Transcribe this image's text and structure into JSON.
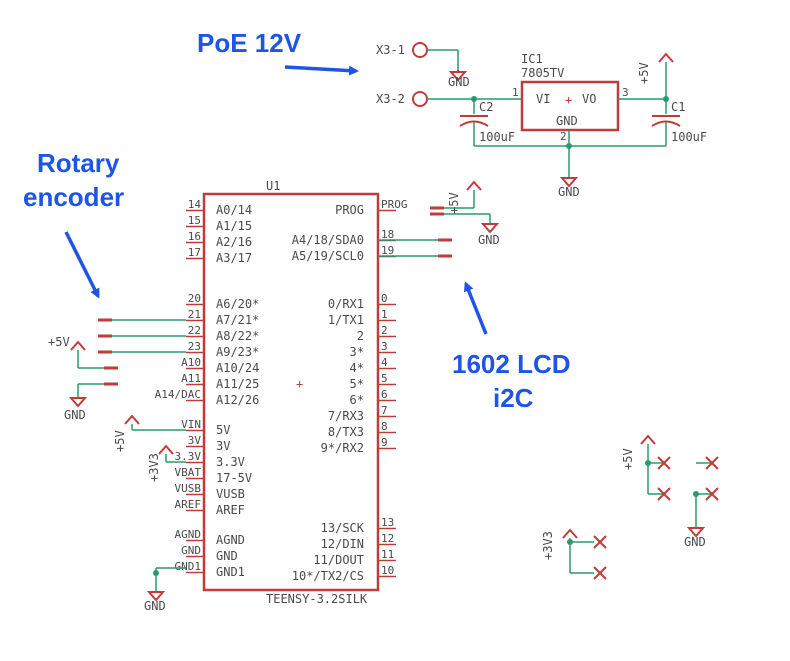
{
  "annotations": {
    "poe": "PoE 12V",
    "rotary_line1": "Rotary",
    "rotary_line2": "encoder",
    "lcd_line1": "1602 LCD",
    "lcd_line2": "i2C"
  },
  "colors": {
    "wire": "#2a9a6c",
    "part": "#c23b3b",
    "text": "#4a4a4a",
    "annotation": "#1f55e6"
  },
  "power_section": {
    "connectors": [
      "X3-1",
      "X3-2"
    ],
    "regulator": {
      "name": "IC1",
      "part": "7805TV",
      "vi": "VI",
      "vo": "VO",
      "gnd": "GND",
      "pin1": "1",
      "pin2": "2",
      "pin3": "3"
    },
    "cap_in": {
      "name": "C2",
      "value": "100uF"
    },
    "cap_out": {
      "name": "C1",
      "value": "100uF"
    },
    "supply_5v": "+5V",
    "gnd_labels": [
      "GND",
      "GND"
    ]
  },
  "teensy": {
    "name": "U1",
    "part": "TEENSY-3.2SILK",
    "left_inner": [
      "A0/14",
      "A1/15",
      "A2/16",
      "A3/17",
      "A6/20*",
      "A7/21*",
      "A8/22*",
      "A9/23*",
      "A10/24",
      "A11/25",
      "A12/26",
      "5V",
      "3V",
      "3.3V",
      "17-5V",
      "VUSB",
      "AREF",
      "AGND",
      "GND",
      "GND1"
    ],
    "left_outer": [
      "14",
      "15",
      "16",
      "17",
      "20",
      "21",
      "22",
      "23",
      "A10",
      "A11",
      "A14/DAC",
      "VIN",
      "3V",
      "3.3V",
      "VBAT",
      "VUSB",
      "AREF",
      "AGND",
      "GND",
      "GND1"
    ],
    "right_inner": [
      "PROG",
      "A4/18/SDA0",
      "A5/19/SCL0",
      "0/RX1",
      "1/TX1",
      "2",
      "3*",
      "4*",
      "5*",
      "6*",
      "7/RX3",
      "8/TX3",
      "9*/RX2",
      "13/SCK",
      "12/DIN",
      "11/DOUT",
      "10*/TX2/CS"
    ],
    "right_outer": [
      "PROG",
      "18",
      "19",
      "0",
      "1",
      "2",
      "3",
      "4",
      "5",
      "6",
      "7",
      "8",
      "9",
      "13",
      "12",
      "11",
      "10"
    ]
  },
  "nets": {
    "prog_5v": "+5V",
    "prog_gnd": "GND",
    "rot_5v": "+5V",
    "rot_gnd": "GND",
    "vin_5v": "+5V",
    "v33": "+3V3",
    "bottom_gnd": "GND"
  },
  "unused": {
    "v5": "+5V",
    "gnd": "GND",
    "v33": "+3V3"
  }
}
